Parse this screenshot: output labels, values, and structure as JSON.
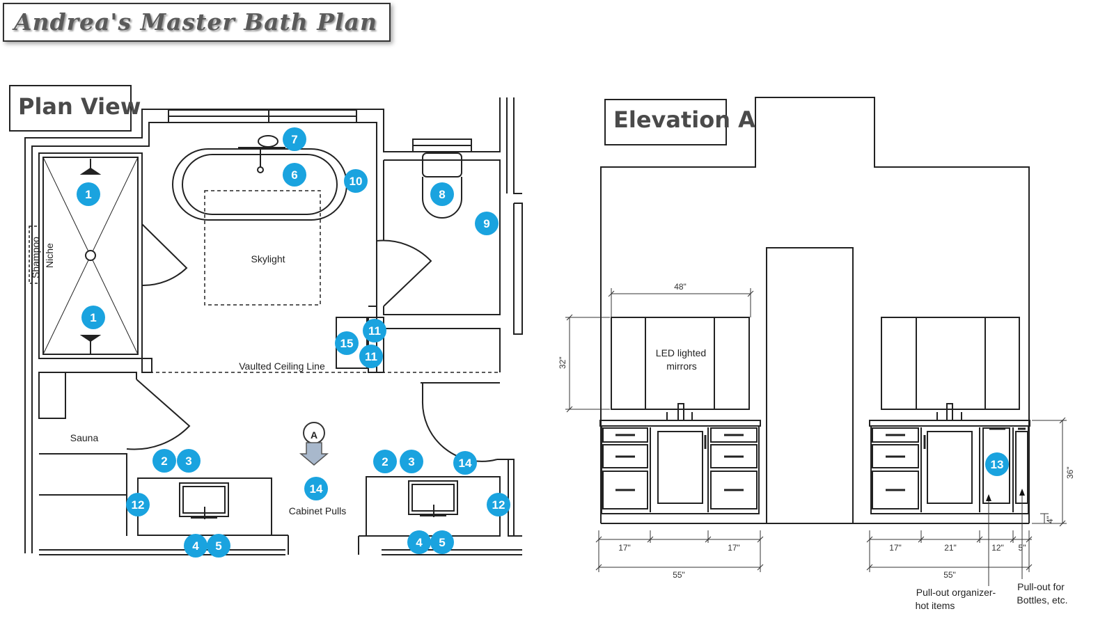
{
  "title": "Andrea's Master Bath Plan",
  "plan_view": {
    "heading": "Plan View",
    "labels": {
      "shampoo": "Shampoo",
      "niche": "Niche",
      "skylight": "Skylight",
      "vaulted": "Vaulted Ceiling Line",
      "sauna": "Sauna",
      "cabinet_pulls": "Cabinet Pulls",
      "arrow_marker": "A"
    },
    "badges": [
      "1",
      "1",
      "2",
      "3",
      "2",
      "3",
      "4",
      "5",
      "4",
      "5",
      "6",
      "7",
      "8",
      "9",
      "10",
      "11",
      "11",
      "12",
      "12",
      "14",
      "14",
      "15"
    ]
  },
  "elevation": {
    "heading": "Elevation A",
    "mirror_label_1": "LED lighted",
    "mirror_label_2": "mirrors",
    "dims": {
      "mirror_width": "48\"",
      "mirror_height": "32\"",
      "left_17a": "17\"",
      "left_17b": "17\"",
      "left_total": "55\"",
      "right_17": "17\"",
      "right_21": "21\"",
      "right_12": "12\"",
      "right_5": "5\"",
      "right_total": "55\"",
      "vanity_height": "36\"",
      "toe_kick": "4\""
    },
    "badge": "13",
    "note_1a": "Pull-out organizer-",
    "note_1b": "hot items",
    "note_2a": "Pull-out for",
    "note_2b": "Bottles, etc."
  },
  "colors": {
    "badge": "#1aa3df",
    "line": "#222222"
  }
}
